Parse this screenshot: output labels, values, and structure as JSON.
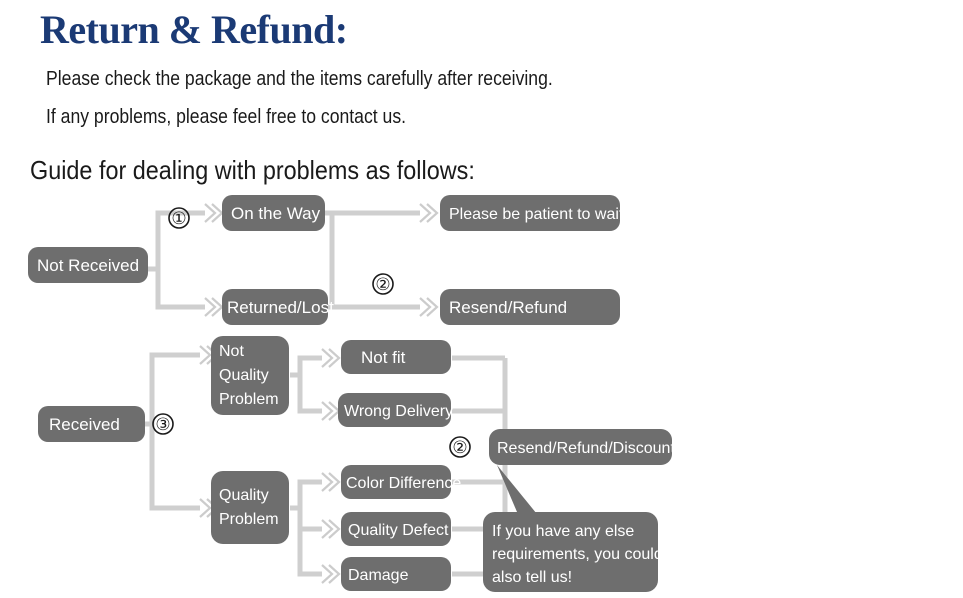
{
  "document": {
    "title": "Return & Refund:",
    "title_color": "#1b3a75",
    "intro_lines": [
      "Please check the package and the items carefully after receiving.",
      "If any problems, please feel free to contact us."
    ],
    "guide_heading": "Guide for dealing with problems as follows:"
  },
  "palette": {
    "box_fill": "#6e6e6e",
    "box_text": "#ffffff",
    "connector": "#cccccc",
    "page_background": "#ffffff",
    "body_text": "#1a1a1a"
  },
  "flowchart": {
    "type": "diagram",
    "nodes": {
      "not_received": "Not Received",
      "on_the_way": "On the Way",
      "returned_lost": "Returned/Lost",
      "please_wait": "Please be patient to wait",
      "resend_refund": "Resend/Refund",
      "received": "Received",
      "not_quality_problem_l1": "Not",
      "not_quality_problem_l2": "Quality",
      "not_quality_problem_l3": "Problem",
      "quality_problem_l1": "Quality",
      "quality_problem_l2": "Problem",
      "not_fit": "Not fit",
      "wrong_delivery": "Wrong Delivery",
      "color_difference": "Color Difference",
      "quality_defect": "Quality Defect",
      "damage": "Damage",
      "resend_refund_discount": "Resend/Refund/Discount"
    },
    "step_markers": {
      "one": "①",
      "two_top": "②",
      "two_right": "②",
      "three": "③"
    },
    "callout_lines": [
      "If you have any else",
      "requirements, you could",
      "also tell us!"
    ]
  }
}
